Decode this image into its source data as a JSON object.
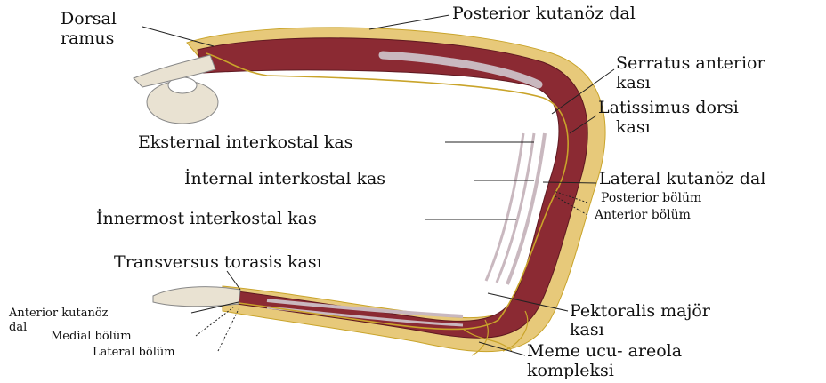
{
  "colors": {
    "muscle": "#8b2a33",
    "muscle_dark": "#5e1820",
    "fat": "#e7c97a",
    "skin": "#f2dfb0",
    "bone": "#e9e2d2",
    "nerve": "#c9a42a",
    "pleura": "#c9b8bf"
  },
  "labels": {
    "dorsal_ramus_1": "Dorsal",
    "dorsal_ramus_2": "ramus",
    "posterior_cutaneous": "Posterior kutanöz dal",
    "serratus_1": "Serratus anterior",
    "serratus_2": "kası",
    "latissimus_1": "Latissimus dorsi",
    "latissimus_2": "kası",
    "external_ic": "Eksternal interkostal kas",
    "internal_ic": "İnternal interkostal kas",
    "lateral_cutaneous": "Lateral kutanöz dal",
    "posterior_part": "Posterior bölüm",
    "anterior_part": "Anterior bölüm",
    "innermost_ic": "İnnermost interkostal kas",
    "transversus": "Transversus torasis kası",
    "pectoralis_1": "Pektoralis majör",
    "pectoralis_2": "kası",
    "anterior_cutaneous_1": "Anterior kutanöz",
    "anterior_cutaneous_2": "dal",
    "medial_part": "Medial bölüm",
    "lateral_part": "Lateral bölüm",
    "nipple_1": "Meme ucu- areola",
    "nipple_2": "kompleksi"
  }
}
